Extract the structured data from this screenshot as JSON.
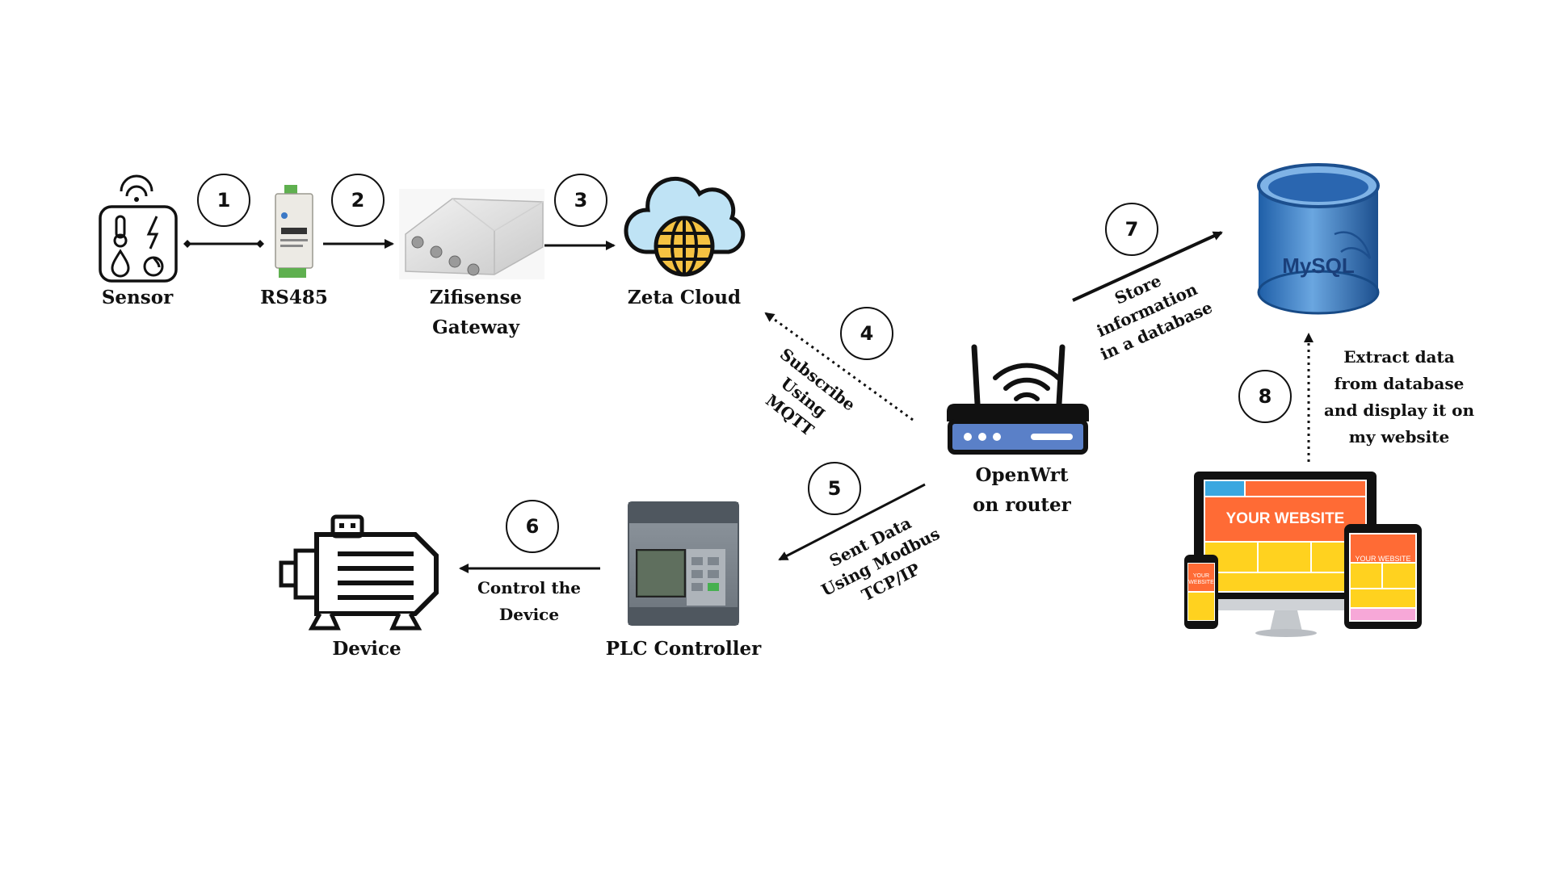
{
  "nodes": {
    "sensor": "Sensor",
    "rs485": "RS485",
    "gateway": "Zifisense\nGateway",
    "cloud": "Zeta Cloud",
    "router": "OpenWrt\non router",
    "plc": "PLC Controller",
    "device": "Device",
    "website_screen_text": "YOUR WEBSITE",
    "website_tablet_text": "YOUR WEBSITE",
    "website_phone_text": "YOUR\nWEBSITE",
    "db_logo_text": "MySQL"
  },
  "steps": [
    "1",
    "2",
    "3",
    "4",
    "5",
    "6",
    "7",
    "8"
  ],
  "edge_labels": {
    "subscribe": "Subscribe\nUsing MQTT",
    "sent_data": "Sent Data\nUsing Modbus\nTCP/IP",
    "control": "Control the\nDevice",
    "store": "Store information\nin a database",
    "extract": "Extract data\nfrom database\nand display it on\nmy website"
  },
  "colors": {
    "db_blue": "#3a78c4",
    "router_blue": "#5a80c8",
    "cloud_blue": "#bfe3f5",
    "globe_yellow": "#f5c242",
    "site_orange": "#ff6b35",
    "site_yellow": "#ffd21f"
  }
}
